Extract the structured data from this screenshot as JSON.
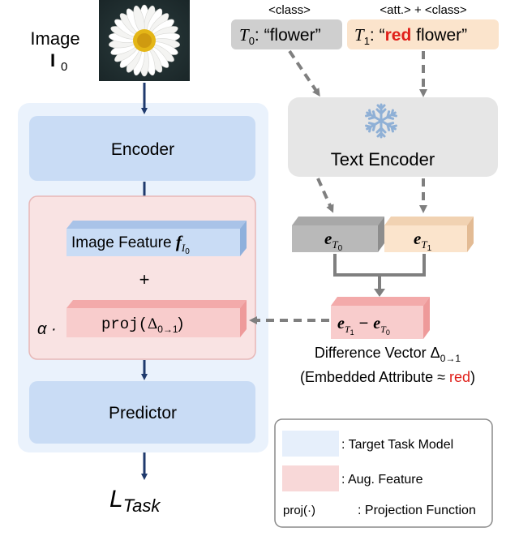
{
  "input_image": {
    "label_line1": "Image",
    "label_symbol": "I",
    "label_subscript": "0"
  },
  "prompts": {
    "class_header": "<class>",
    "att_class_header": "<att.> + <class>",
    "t0_symbol": "T",
    "t0_subscript": "0",
    "t0_text": ": “flower”",
    "t1_symbol": "T",
    "t1_subscript": "1",
    "t1_prefix": ": “",
    "t1_attribute": "red",
    "t1_suffix": " flower”"
  },
  "text_encoder": {
    "label": "Text Encoder",
    "icon": "snowflake-icon"
  },
  "embeddings": {
    "e_symbol": "e",
    "t_symbol": "T",
    "sub0": "0",
    "sub1": "1",
    "minus": "−"
  },
  "difference": {
    "caption_line1": "Difference Vector Δ",
    "caption_line1_sub": "0→1",
    "caption_line2_prefix": "(Embedded Attribute ≈ ",
    "caption_line2_attribute": "red",
    "caption_line2_suffix": ")"
  },
  "task_model": {
    "encoder_label": "Encoder",
    "image_feature_label": "Image Feature ",
    "feature_symbol": "f",
    "feature_sub": "I",
    "feature_subsub": "0",
    "plus": "+",
    "alpha": "α ·",
    "proj_prefix": "proj(",
    "proj_delta": "Δ",
    "proj_sub": "0→1",
    "proj_suffix": ")",
    "predictor_label": "Predictor",
    "loss_symbol": "L",
    "loss_sub": "Task"
  },
  "legend": {
    "items": [
      {
        "label": ": Target Task Model",
        "swatch": "#e6effb"
      },
      {
        "label": ": Aug. Feature",
        "swatch": "#f8d8d8"
      },
      {
        "label": ": Projection Function",
        "prefix": "proj(·)"
      }
    ]
  },
  "colors": {
    "task_bg": "#eaf2fc",
    "block_blue": "#c9dcf5",
    "aug_bg": "#f9e3e3",
    "aug_border": "#e7b7b7",
    "gray_box": "#cfcfcf",
    "peach_box": "#fbe4cc",
    "encoder_gray": "#e6e6e6",
    "arrow_navy": "#1f3a6d",
    "arrow_gray": "#7f7f7f",
    "red": "#e0201a"
  }
}
